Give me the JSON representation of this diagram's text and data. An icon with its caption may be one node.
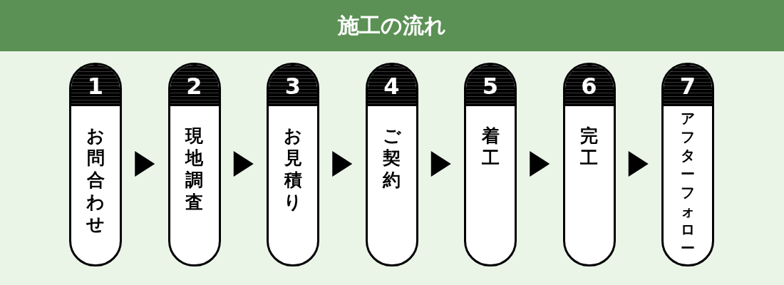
{
  "diagram": {
    "title": "施工の流れ",
    "nodes": [
      {
        "text": [
          "1",
          "お問合わせ"
        ]
      },
      {
        "text": [
          "2",
          "現地調査"
        ]
      },
      {
        "text": [
          "3",
          "お見積り"
        ]
      },
      {
        "text": [
          "4",
          "ご契約"
        ]
      },
      {
        "text": [
          "5",
          "着工"
        ]
      },
      {
        "text": [
          "6",
          "完工"
        ]
      },
      {
        "text": [
          "7",
          "アフターフォロー"
        ]
      }
    ],
    "edges": [
      {
        "from": 0,
        "to": 1,
        "arrow": "to"
      },
      {
        "from": 1,
        "to": 2,
        "arrow": "to"
      },
      {
        "from": 2,
        "to": 3,
        "arrow": "to"
      },
      {
        "from": 3,
        "to": 4,
        "arrow": "to"
      },
      {
        "from": 4,
        "to": 5,
        "arrow": "to"
      },
      {
        "from": 5,
        "to": 6,
        "arrow": "to"
      }
    ]
  }
}
